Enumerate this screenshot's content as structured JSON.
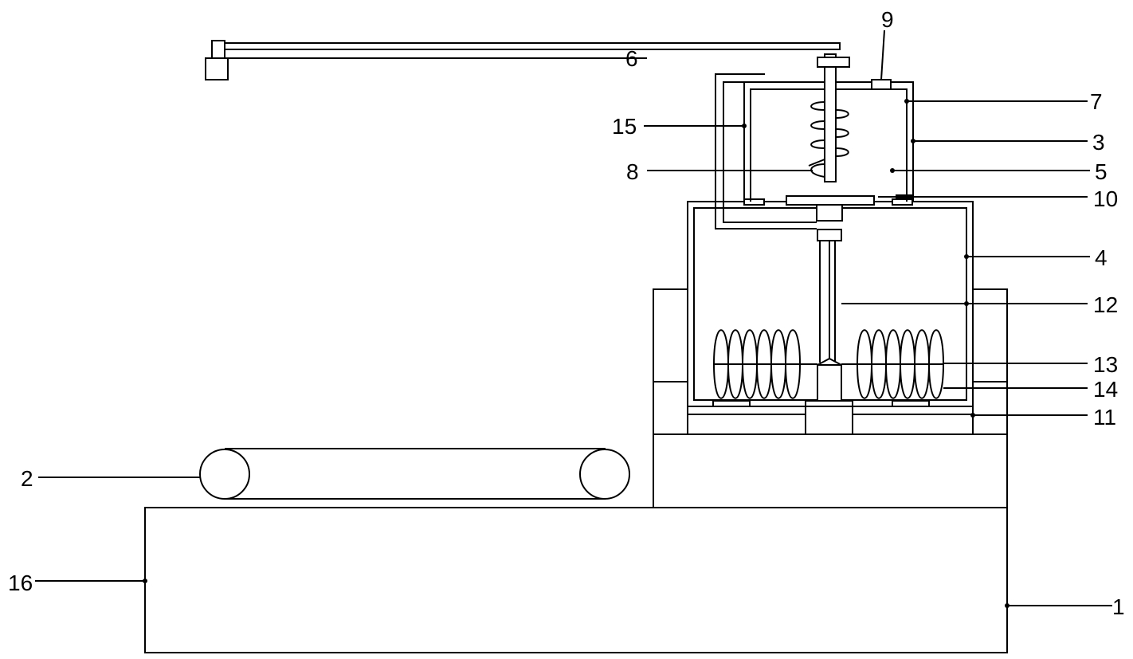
{
  "labels": [
    {
      "id": "6",
      "text": "6"
    },
    {
      "id": "9",
      "text": "9"
    },
    {
      "id": "7",
      "text": "7"
    },
    {
      "id": "15",
      "text": "15"
    },
    {
      "id": "3",
      "text": "3"
    },
    {
      "id": "8",
      "text": "8"
    },
    {
      "id": "5",
      "text": "5"
    },
    {
      "id": "10",
      "text": "10"
    },
    {
      "id": "4",
      "text": "4"
    },
    {
      "id": "12",
      "text": "12"
    },
    {
      "id": "13",
      "text": "13"
    },
    {
      "id": "14",
      "text": "14"
    },
    {
      "id": "11",
      "text": "11"
    },
    {
      "id": "2",
      "text": "2"
    },
    {
      "id": "16",
      "text": "16"
    },
    {
      "id": "1",
      "text": "1"
    }
  ]
}
